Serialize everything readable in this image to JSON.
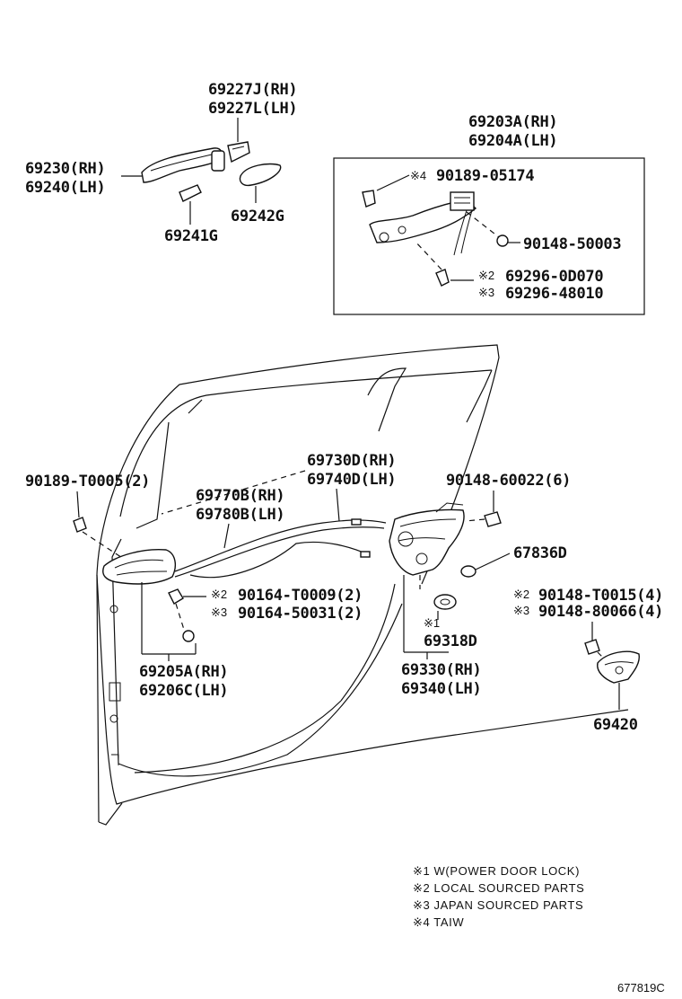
{
  "labels": {
    "p69227J": "69227J(RH)",
    "p69227L": "69227L(LH)",
    "p69230": "69230(RH)",
    "p69240": "69240(LH)",
    "p69241G": "69241G",
    "p69242G": "69242G",
    "p69203A": "69203A(RH)",
    "p69204A": "69204A(LH)",
    "p90189_05174": "90189-05174",
    "p90148_50003": "90148-50003",
    "p69296_0D070": "69296-0D070",
    "p69296_48010": "69296-48010",
    "p90189_T0005": "90189-T0005(2)",
    "p69730D": "69730D(RH)",
    "p69740D": "69740D(LH)",
    "p90148_60022": "90148-60022(6)",
    "p69770B": "69770B(RH)",
    "p69780B": "69780B(LH)",
    "p67836D": "67836D",
    "p90164_T0009": "90164-T0009(2)",
    "p90164_50031": "90164-50031(2)",
    "p90148_T0015": "90148-T0015(4)",
    "p90148_80066": "90148-80066(4)",
    "p69318D": "69318D",
    "p69205A": "69205A(RH)",
    "p69206C": "69206C(LH)",
    "p69330": "69330(RH)",
    "p69340": "69340(LH)",
    "p69420": "69420"
  },
  "marks": {
    "m1": "※1",
    "m2": "※2",
    "m3": "※3",
    "m4": "※4"
  },
  "notes": [
    "※1 W(POWER DOOR LOCK)",
    "※2 LOCAL SOURCED PARTS",
    "※3 JAPAN SOURCED PARTS",
    "※4 TAIW"
  ],
  "diagram_code": "677819C"
}
